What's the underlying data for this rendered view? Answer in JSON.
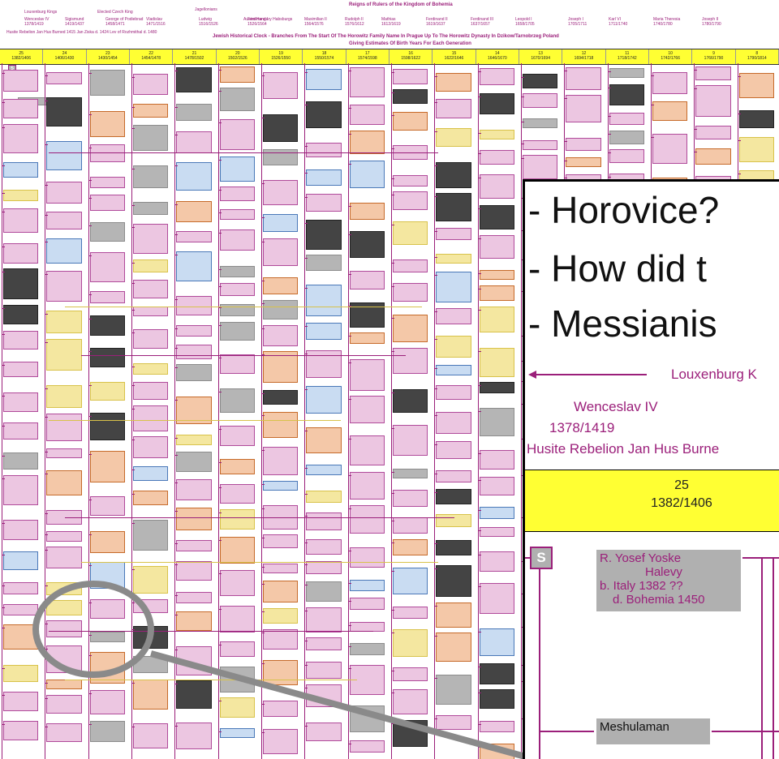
{
  "header": {
    "reigns_title": "Reigns of Rulers of the Kingdom of Bohemia",
    "rulers": [
      {
        "name": "Louxenburg Kings"
      },
      {
        "name": "Elected Czech King"
      },
      {
        "name": "Jagellonians"
      },
      {
        "name": "Austro Hungary Habsburgs"
      },
      {
        "name": "Wenceslav IV",
        "years": "1378/1419"
      },
      {
        "name": "Sigismund",
        "years": "1419/1437"
      },
      {
        "name": "George of Podiebrad",
        "years": "1458/1471"
      },
      {
        "name": "Vladislav",
        "years": "1471/1516"
      },
      {
        "name": "Ludwig",
        "years": "1516/1526"
      },
      {
        "name": "Ferdinand I",
        "years": "1526/1564"
      },
      {
        "name": "Maximilian II",
        "years": "1564/1576"
      },
      {
        "name": "Rudolph II",
        "years": "1576/1612"
      },
      {
        "name": "Mathias",
        "years": "1612/1619"
      },
      {
        "name": "Ferdinand II",
        "years": "1619/1637"
      },
      {
        "name": "Ferdinand III",
        "years": "1637/1657"
      },
      {
        "name": "Leopold I",
        "years": "1658/1705"
      },
      {
        "name": "Joseph I",
        "years": "1705/1711"
      },
      {
        "name": "Karl VI",
        "years": "1711/1740"
      },
      {
        "name": "Maria Theresia",
        "years": "1740/1780"
      },
      {
        "name": "Joseph II",
        "years": "1780/1790"
      }
    ],
    "events": "Husite Rebelion   Jan Hus Burned 1415   Jan Ziska d. 1424   Lev of Rozhmithal d. 1480",
    "clock_title": "Jewish Historical Clock - Branches From The Start Of The Horowitz Family Name In Prague Up To The Horowitz Dynasty In Dzikow/Tarnobrzeg Poland",
    "clock_subtitle": "Giving Estimates Of Birth Years For Each Generation"
  },
  "generations": [
    {
      "num": "25",
      "years": "1382/1406"
    },
    {
      "num": "24",
      "years": "1406/1430"
    },
    {
      "num": "23",
      "years": "1430/1454"
    },
    {
      "num": "22",
      "years": "1454/1478"
    },
    {
      "num": "21",
      "years": "1478/1502"
    },
    {
      "num": "20",
      "years": "1502/1526"
    },
    {
      "num": "19",
      "years": "1526/1550"
    },
    {
      "num": "18",
      "years": "1550/1574"
    },
    {
      "num": "17",
      "years": "1574/1598"
    },
    {
      "num": "16",
      "years": "1598/1622"
    },
    {
      "num": "15",
      "years": "1622/1646"
    },
    {
      "num": "14",
      "years": "1646/1670"
    },
    {
      "num": "13",
      "years": "1670/1694"
    },
    {
      "num": "12",
      "years": "1694/1718"
    },
    {
      "num": "11",
      "years": "1718/1742"
    },
    {
      "num": "10",
      "years": "1742/1766"
    },
    {
      "num": "9",
      "years": "1766/1790"
    },
    {
      "num": "8",
      "years": "1790/1814"
    }
  ],
  "questions": [
    "- Horovice?",
    "- How did t",
    "- Messianis"
  ],
  "inset": {
    "arrow_label": "Louxenburg K",
    "ruler_name": "Wenceslav IV",
    "ruler_years": "1378/1419",
    "events": "Husite Rebelion   Jan Hus Burne",
    "gen_num": "25",
    "gen_years": "1382/1406",
    "badge": "S",
    "founder_name_1": "R. Yosef Yoske",
    "founder_name_2": "Halevy",
    "founder_born": "b. Italy 1382 ??",
    "founder_died": "d. Bohemia 1450",
    "child_name": "Meshulaman"
  },
  "thumb": {
    "badge": "S",
    "meshulaman": "Meshulaman"
  },
  "colors": {
    "accent": "#9b1f7a",
    "generation_band": "#ffff33",
    "node_grey": "#b0b0b0",
    "zoom_ring": "#8a8a8a"
  }
}
